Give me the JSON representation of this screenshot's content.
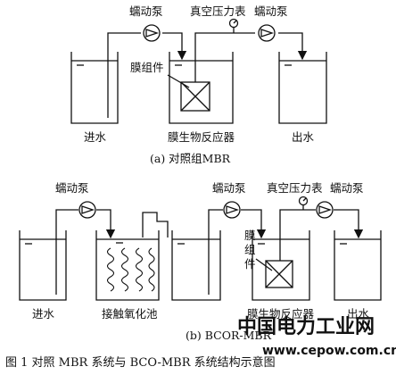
{
  "diagram_a": {
    "pump_left": "蠕动泵",
    "gauge": "真空压力表",
    "pump_right": "蠕动泵",
    "membrane_module": "膜组件",
    "tank_inlet": "进水",
    "tank_reactor": "膜生物反应器",
    "tank_outlet": "出水",
    "caption": "(a) 对照组MBR"
  },
  "diagram_b": {
    "pump_1": "蠕动泵",
    "pump_2": "蠕动泵",
    "gauge": "真空压力表",
    "pump_3": "蠕动泵",
    "membrane_module_line1": "膜",
    "membrane_module_line2": "组",
    "membrane_module_line3": "件",
    "tank_inlet": "进水",
    "tank_contact": "接触氧化池",
    "tank_reactor": "膜生物反应器",
    "tank_outlet": "出水",
    "caption": "(b) BCOR-MBR"
  },
  "figure_caption": "图 1   对照 MBR 系统与 BCO-MBR 系统结构示意图",
  "watermark": {
    "title": "中国电力工业网",
    "url": "www.cepow.com.cn",
    "title_color": "#e0201b",
    "url_color": "#1a4aa0"
  }
}
